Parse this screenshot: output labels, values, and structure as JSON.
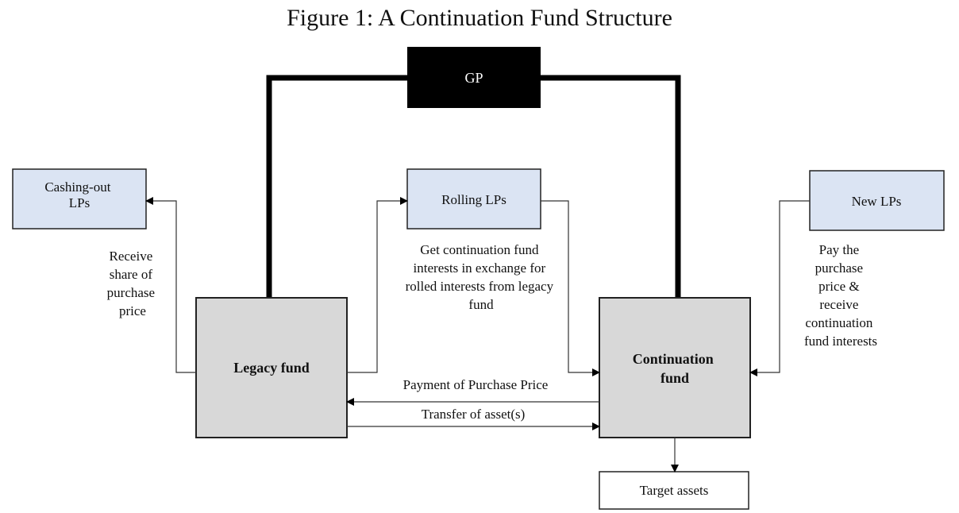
{
  "title": "Figure 1: A Continuation Fund Structure",
  "nodes": {
    "gp": "GP",
    "cashing_out_lps": [
      "Cashing-out",
      "LPs"
    ],
    "rolling_lps": "Rolling LPs",
    "new_lps": "New LPs",
    "legacy_fund": "Legacy fund",
    "continuation_fund": [
      "Continuation",
      "fund"
    ],
    "target_assets": "Target assets"
  },
  "edges": {
    "receive_share": [
      "Receive",
      "share of",
      "purchase",
      "price"
    ],
    "get_interests": [
      "Get continuation fund",
      "interests in exchange for",
      "rolled interests from legacy",
      "fund"
    ],
    "pay_purchase": [
      "Pay the",
      "purchase",
      "price &",
      "receive",
      "continuation",
      "fund interests"
    ],
    "payment": "Payment of Purchase Price",
    "transfer": "Transfer of asset(s)"
  }
}
